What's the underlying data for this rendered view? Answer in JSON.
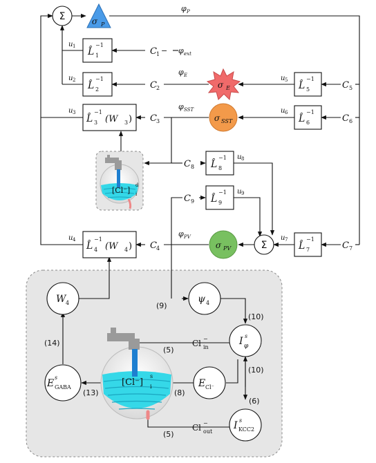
{
  "colors": {
    "sigma_p": "#4a9be8",
    "sigma_e": "#f06a6a",
    "sigma_sst": "#f39a4a",
    "sigma_pv": "#78c060",
    "water": "#35d8e8",
    "tap": "#9a9a9a",
    "panel": "#e6e6e6"
  },
  "nodes": {
    "sum_top": "Σ",
    "sum_mid": "Σ",
    "sigma_p": "σ",
    "sigma_p_sub": "P",
    "sigma_e": "σ",
    "sigma_e_sub": "E",
    "sigma_sst": "σ",
    "sigma_sst_sub": "SST",
    "sigma_pv": "σ",
    "sigma_pv_sub": "PV",
    "L1": "L̂",
    "L1_sub": "1",
    "L2": "L̂",
    "L2_sub": "2",
    "L3": "L̂",
    "L3_sub": "3",
    "L3_arg": "(W",
    "L3_arg_sub": "3",
    "L4": "L̂",
    "L4_sub": "4",
    "L4_arg": "(W",
    "L4_arg_sub": "4",
    "L5": "L̂",
    "L5_sub": "5",
    "L6": "L̂",
    "L6_sub": "6",
    "L7": "L̂",
    "L7_sub": "7",
    "L8": "L̂",
    "L8_sub": "8",
    "L9": "L̂",
    "L9_sub": "9",
    "inv": "−1",
    "close": ")",
    "W4": "W",
    "W4_sub": "4",
    "psi4": "ψ",
    "psi4_sub": "4",
    "I_phi": "I",
    "I_phi_sup": "s",
    "I_phi_sub": "φ",
    "E_cl": "E",
    "E_cl_sub": "Cl⁻",
    "E_gaba": "E",
    "E_gaba_sup": "s",
    "E_gaba_sub": "GABA",
    "I_kcc2": "I",
    "I_kcc2_sup": "s",
    "I_kcc2_sub": "KCC2",
    "cl_d": "[Cl⁻]",
    "cl_d_sup": "d",
    "cl_d_sub": "i",
    "cl_s": "[Cl⁻]",
    "cl_s_sup": "s",
    "cl_s_sub": "i"
  },
  "labels": {
    "C1": "C",
    "C1_sub": "1",
    "C2": "C",
    "C2_sub": "2",
    "C3": "C",
    "C3_sub": "3",
    "C4": "C",
    "C4_sub": "4",
    "C5": "C",
    "C5_sub": "5",
    "C6": "C",
    "C6_sub": "6",
    "C7": "C",
    "C7_sub": "7",
    "C8": "C",
    "C8_sub": "8",
    "C9": "C",
    "C9_sub": "9",
    "phi_p": "φ",
    "phi_p_sub": "P",
    "phi_ext": "φ",
    "phi_ext_sub": "ext",
    "phi_e": "φ",
    "phi_e_sub": "E",
    "phi_sst": "φ",
    "phi_sst_sub": "SST",
    "phi_pv": "φ",
    "phi_pv_sub": "PV",
    "u1": "u",
    "u1_sub": "1",
    "u2": "u",
    "u2_sub": "2",
    "u3": "u",
    "u3_sub": "3",
    "u4": "u",
    "u4_sub": "4",
    "u5": "u",
    "u5_sub": "5",
    "u6": "u",
    "u6_sub": "6",
    "u7": "u",
    "u7_sub": "7",
    "u8": "u",
    "u8_sub": "8",
    "u9": "u",
    "u9_sub": "9",
    "cl_in": "Cl",
    "cl_in_sup": "−",
    "cl_in_sub": "in",
    "cl_out": "Cl",
    "cl_out_sup": "−",
    "cl_out_sub": "out",
    "n5a": "(5)",
    "n5b": "(5)",
    "n6": "(6)",
    "n8": "(8)",
    "n9": "(9)",
    "n10a": "(10)",
    "n10b": "(10)",
    "n13": "(13)",
    "n14": "(14)",
    "dash": "−",
    "minus": "−"
  }
}
